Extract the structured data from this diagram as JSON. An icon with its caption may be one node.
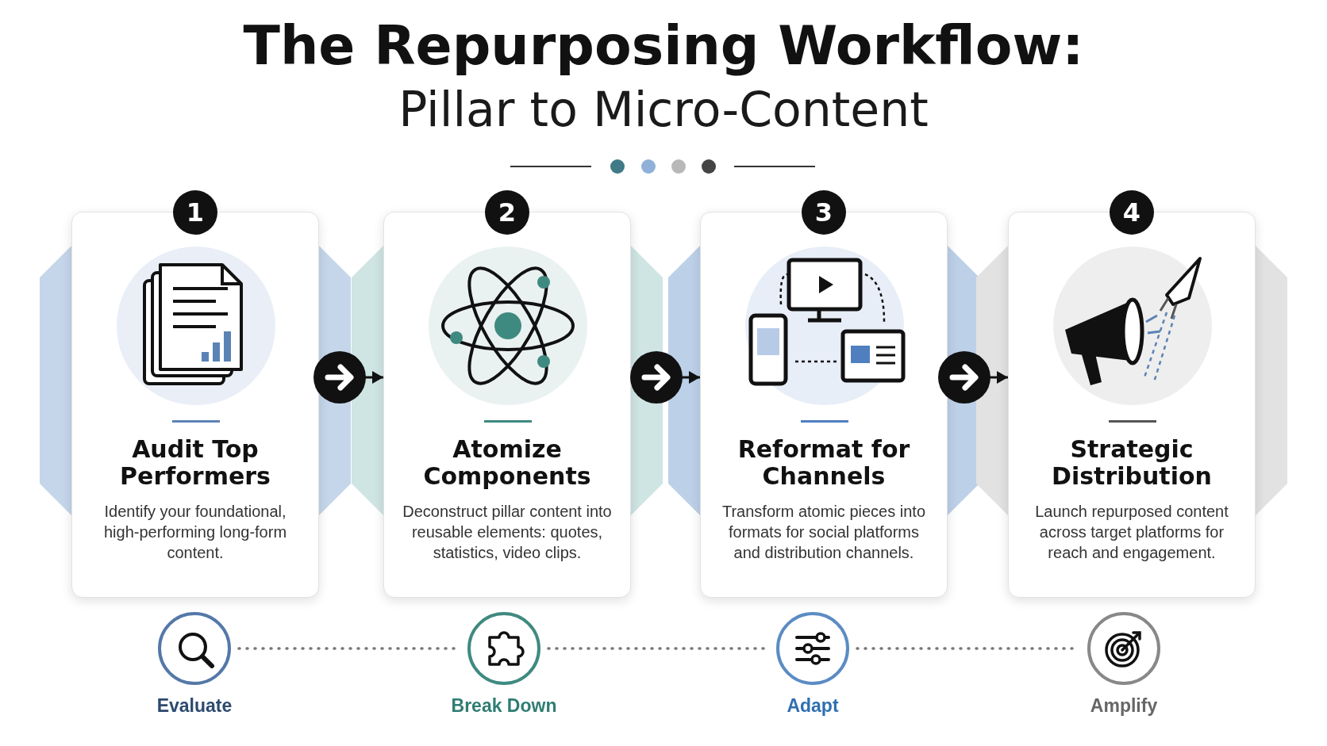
{
  "diagram": {
    "title": "**The Repurposing Workflow:** Pillar to Micro-Content",
    "nodes": [
      {
        "text": [
          "1",
          "Audit Top Performers",
          "Identify your foundational, high-performing long-form content."
        ]
      },
      {
        "text": [
          "2",
          "Atomize Components",
          "Deconstruct pillar content into reusable elements: quotes, statistics, video clips."
        ]
      },
      {
        "text": [
          "3",
          "Reformat for Channels",
          "Transform atomic pieces into formats for social platforms and distribution channels."
        ]
      },
      {
        "text": [
          "4",
          "Strategic Distribution",
          "Launch repurposed content across target platforms for reach and engagement."
        ]
      },
      {
        "text": [
          "Evaluate"
        ]
      },
      {
        "text": [
          "Break Down"
        ]
      },
      {
        "text": [
          "Adapt"
        ]
      },
      {
        "text": [
          "Amplify"
        ]
      }
    ],
    "edges": [
      {
        "from": 0,
        "to": 1,
        "arrow": "to"
      },
      {
        "from": 1,
        "to": 2,
        "arrow": "to"
      },
      {
        "from": 2,
        "to": 3,
        "arrow": "to"
      },
      {
        "from": 4,
        "to": 5,
        "arrow": "none",
        "style": "dashed",
        "color": "#777777"
      },
      {
        "from": 5,
        "to": 6,
        "arrow": "none",
        "style": "dashed",
        "color": "#777777"
      },
      {
        "from": 6,
        "to": 7,
        "arrow": "none",
        "style": "dashed",
        "color": "#777777"
      }
    ]
  }
}
